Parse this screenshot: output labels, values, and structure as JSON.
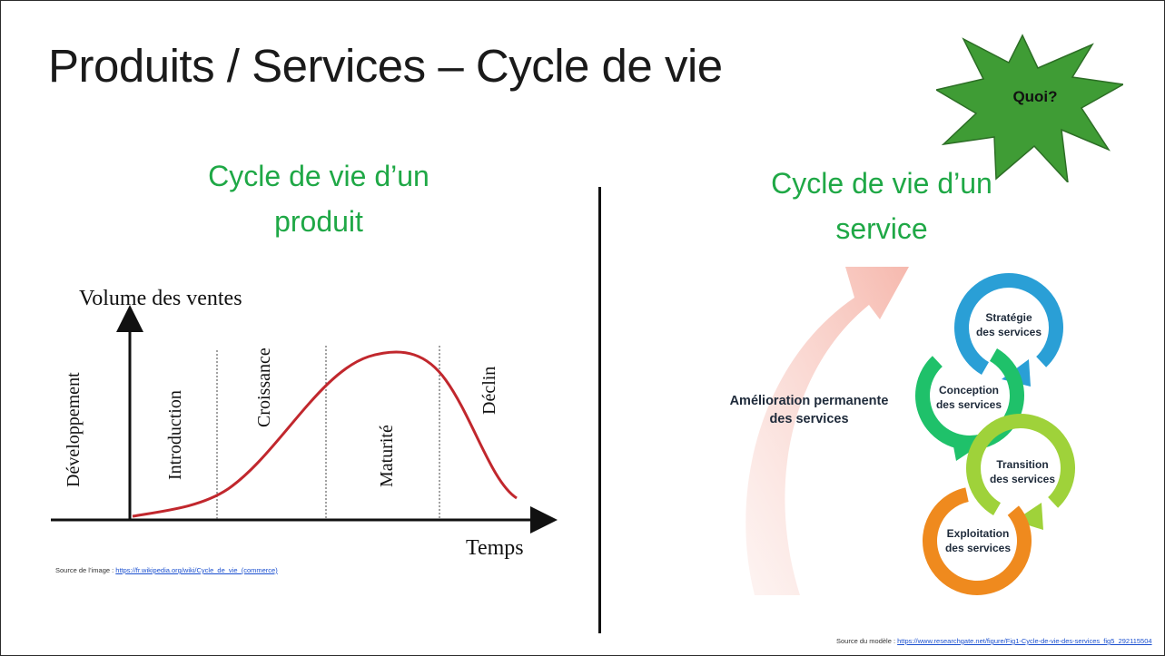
{
  "slide": {
    "title": "Produits / Services – Cycle de vie",
    "badge": "Quoi?",
    "colors": {
      "accent_green": "#1fa846",
      "badge_green": "#3f9c35"
    }
  },
  "product": {
    "heading_line1": "Cycle de vie d’un",
    "heading_line2": "produit",
    "y_axis_label": "Volume des ventes",
    "x_axis_label": "Temps",
    "phases": [
      "Développement",
      "Introduction",
      "Croissance",
      "Maturité",
      "Déclin"
    ],
    "source_prefix": "Source de l’image : ",
    "source_link": "https://fr.wikipedia.org/wiki/Cycle_de_vie_(commerce)"
  },
  "service": {
    "heading_line1": "Cycle de vie d’un",
    "heading_line2": "service",
    "improvement_line1": "Amélioration permanente",
    "improvement_line2": "des services",
    "stages": [
      {
        "line1": "Stratégie",
        "line2": "des services",
        "color": "#2a9fd6"
      },
      {
        "line1": "Conception",
        "line2": "des services",
        "color": "#1fc16a"
      },
      {
        "line1": "Transition",
        "line2": "des services",
        "color": "#9fd23a"
      },
      {
        "line1": "Exploitation",
        "line2": "des services",
        "color": "#ef8a1e"
      }
    ],
    "source_prefix": "Source du modèle : ",
    "source_link": "https://www.researchgate.net/figure/Fig1-Cycle-de-vie-des-services_fig5_292115504"
  }
}
